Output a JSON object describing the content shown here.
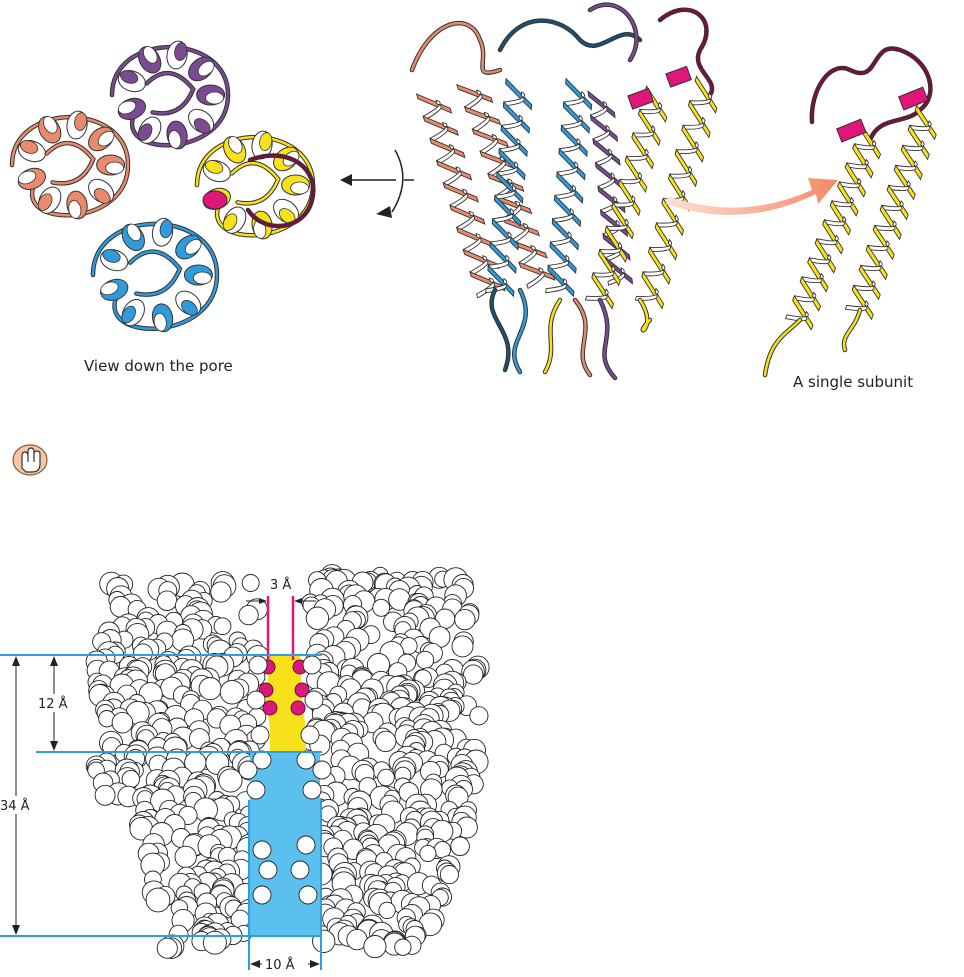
{
  "labels": {
    "top_view": "View down the pore",
    "single_subunit": "A single subunit"
  },
  "dimensions": {
    "gap_top": "3 Å",
    "depth_upper": "12 Å",
    "depth_total": "34 Å",
    "width_bottom": "10 Å"
  },
  "icons": {
    "hand_cursor": "hand-pointer-icon",
    "rotate_arrow": "rotate-arrow-icon"
  },
  "colors": {
    "subunit_salmon": "#ea8a6c",
    "subunit_purple": "#7b4a91",
    "subunit_blue": "#2f9bdb",
    "subunit_yellow": "#f7e11b",
    "subunit_maroon": "#7a1040",
    "selectivity_magenta": "#e0167a",
    "filter_yellow": "#f7e11b",
    "cavity_blue": "#5cc0ee",
    "guide_line_blue": "#2aa0e0",
    "curved_arrow": "#f4a68a"
  }
}
